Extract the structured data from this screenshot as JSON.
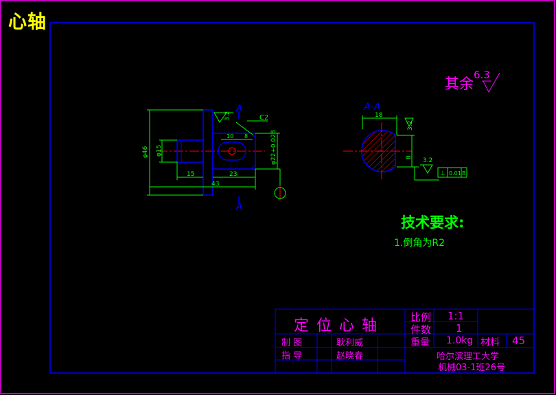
{
  "drawing": {
    "title": "心轴",
    "roughness": {
      "label": "其余",
      "value": "6.3"
    },
    "tech_requirements": {
      "title": "技术要求:",
      "items": [
        "1.倒角为R2"
      ]
    },
    "front_view": {
      "section_marker": "A",
      "chamfer": "C2",
      "roughness": "3.2",
      "dims": {
        "d_overall": "φ46",
        "d_shaft": "φ15",
        "d_keyway": "φ22+0.028",
        "len_15": "15",
        "len_23": "23",
        "len_43": "43",
        "key_10": "10",
        "key_8": "8"
      }
    },
    "section_view": {
      "label": "A-A",
      "dims": {
        "width": "18",
        "depth": "8",
        "roughness": "3.2"
      },
      "tolerance": {
        "symbol": "⊥",
        "value": "0.01",
        "datum": "B"
      }
    },
    "title_block": {
      "part_name": "定 位 心 轴",
      "scale_label": "比例",
      "scale_value": "1:1",
      "qty_label": "件数",
      "qty_value": "1",
      "weight_label": "重量",
      "weight_value": "1.0kg",
      "material_label": "材料",
      "material_value": "45",
      "drawn_label": "制 图",
      "drawn_name": "耿利威",
      "checked_label": "指 导",
      "checked_name": "赵晓春",
      "school": "哈尔滨理工大学",
      "class": "机械03-1班26号"
    },
    "colors": {
      "border": "#0000ff",
      "outer": "#ff00ff",
      "dim": "#00ff00",
      "part": "#0000ff",
      "center": "#ff0000",
      "mark": "#ff00ff"
    }
  }
}
